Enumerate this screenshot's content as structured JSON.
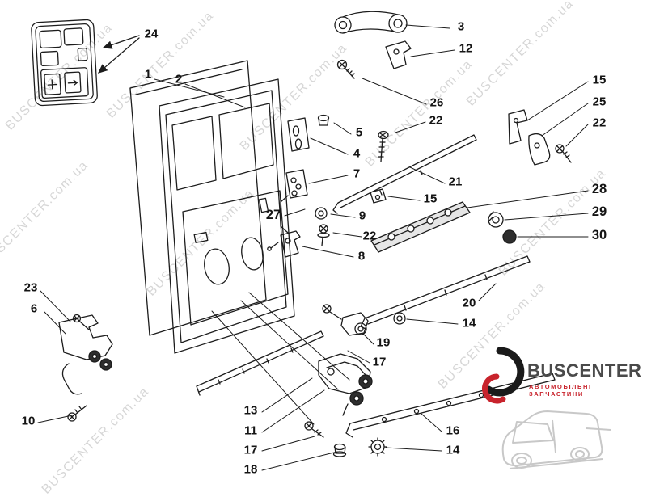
{
  "watermark_text": "BUSCENTER.com.ua",
  "callouts": [
    "24",
    "1",
    "2",
    "3",
    "12",
    "26",
    "22",
    "5",
    "4",
    "15",
    "25",
    "22",
    "7",
    "21",
    "15",
    "27",
    "9",
    "22",
    "8",
    "28",
    "29",
    "30",
    "20",
    "14",
    "23",
    "6",
    "19",
    "17",
    "13",
    "11",
    "17",
    "18",
    "10",
    "16",
    "14"
  ],
  "logo": {
    "brand": "BUSCENTER",
    "tagline": "АВТОМОБІЛЬНІ ЗАПЧАСТИНИ"
  }
}
